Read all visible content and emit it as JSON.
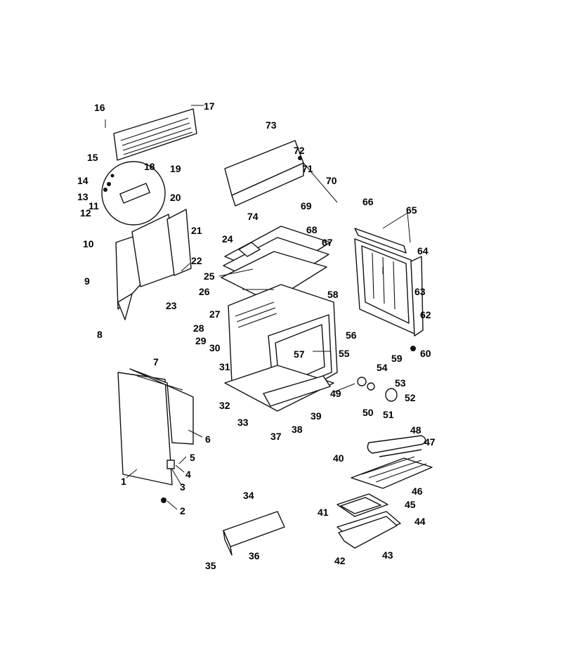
{
  "diagram": {
    "callouts": [
      "1",
      "2",
      "3",
      "4",
      "5",
      "6",
      "7",
      "8",
      "9",
      "10",
      "11",
      "12",
      "13",
      "14",
      "15",
      "16",
      "17",
      "18",
      "19",
      "20",
      "21",
      "22",
      "23",
      "24",
      "25",
      "26",
      "27",
      "28",
      "29",
      "30",
      "31",
      "32",
      "33",
      "34",
      "35",
      "36",
      "37",
      "38",
      "39",
      "40",
      "41",
      "42",
      "43",
      "44",
      "45",
      "46",
      "47",
      "48",
      "49",
      "50",
      "51",
      "52",
      "53",
      "54",
      "55",
      "56",
      "57",
      "58",
      "59",
      "60",
      "62",
      "63",
      "64",
      "65",
      "66",
      "67",
      "68",
      "69",
      "70",
      "71",
      "72",
      "73",
      "74"
    ]
  }
}
